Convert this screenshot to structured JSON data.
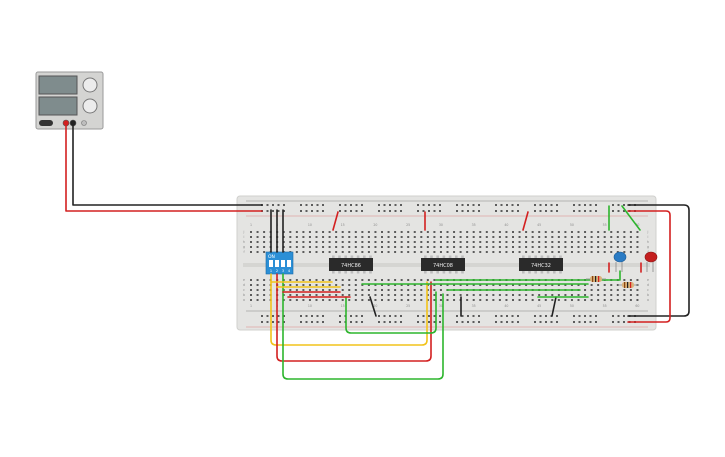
{
  "canvas": {
    "background": "#ffffff"
  },
  "power_supply": {
    "display_top": "",
    "display_bottom": "",
    "terminal_colors": [
      "#d32020",
      "#222222"
    ]
  },
  "breadboard": {
    "color": "#e4e4e2",
    "column_numbers": [
      "1",
      "5",
      "10",
      "15",
      "20",
      "25",
      "30",
      "35",
      "40",
      "45",
      "50",
      "55",
      "60"
    ],
    "row_letters_top": [
      "j",
      "i",
      "h",
      "g",
      "f"
    ],
    "row_letters_bottom": [
      "e",
      "d",
      "c",
      "b",
      "a"
    ]
  },
  "dip_switch": {
    "label": "ON",
    "position_numbers": [
      "1",
      "2",
      "3",
      "4"
    ],
    "color": "#2b8fd6"
  },
  "chips": [
    {
      "id": "u1",
      "label": "74HC86"
    },
    {
      "id": "u2",
      "label": "74HC08"
    },
    {
      "id": "u3",
      "label": "74HC32"
    }
  ],
  "leds": [
    {
      "id": "led-blue",
      "color": "#2a7bc4"
    },
    {
      "id": "led-red",
      "color": "#c41f1f"
    }
  ],
  "resistors": [
    {
      "id": "r1",
      "body_color": "#d9b27a"
    },
    {
      "id": "r2",
      "body_color": "#d9b27a"
    }
  ],
  "wire_colors": {
    "red": "#d32020",
    "black": "#222222",
    "green": "#2db52d",
    "yellow": "#f2c31b"
  }
}
